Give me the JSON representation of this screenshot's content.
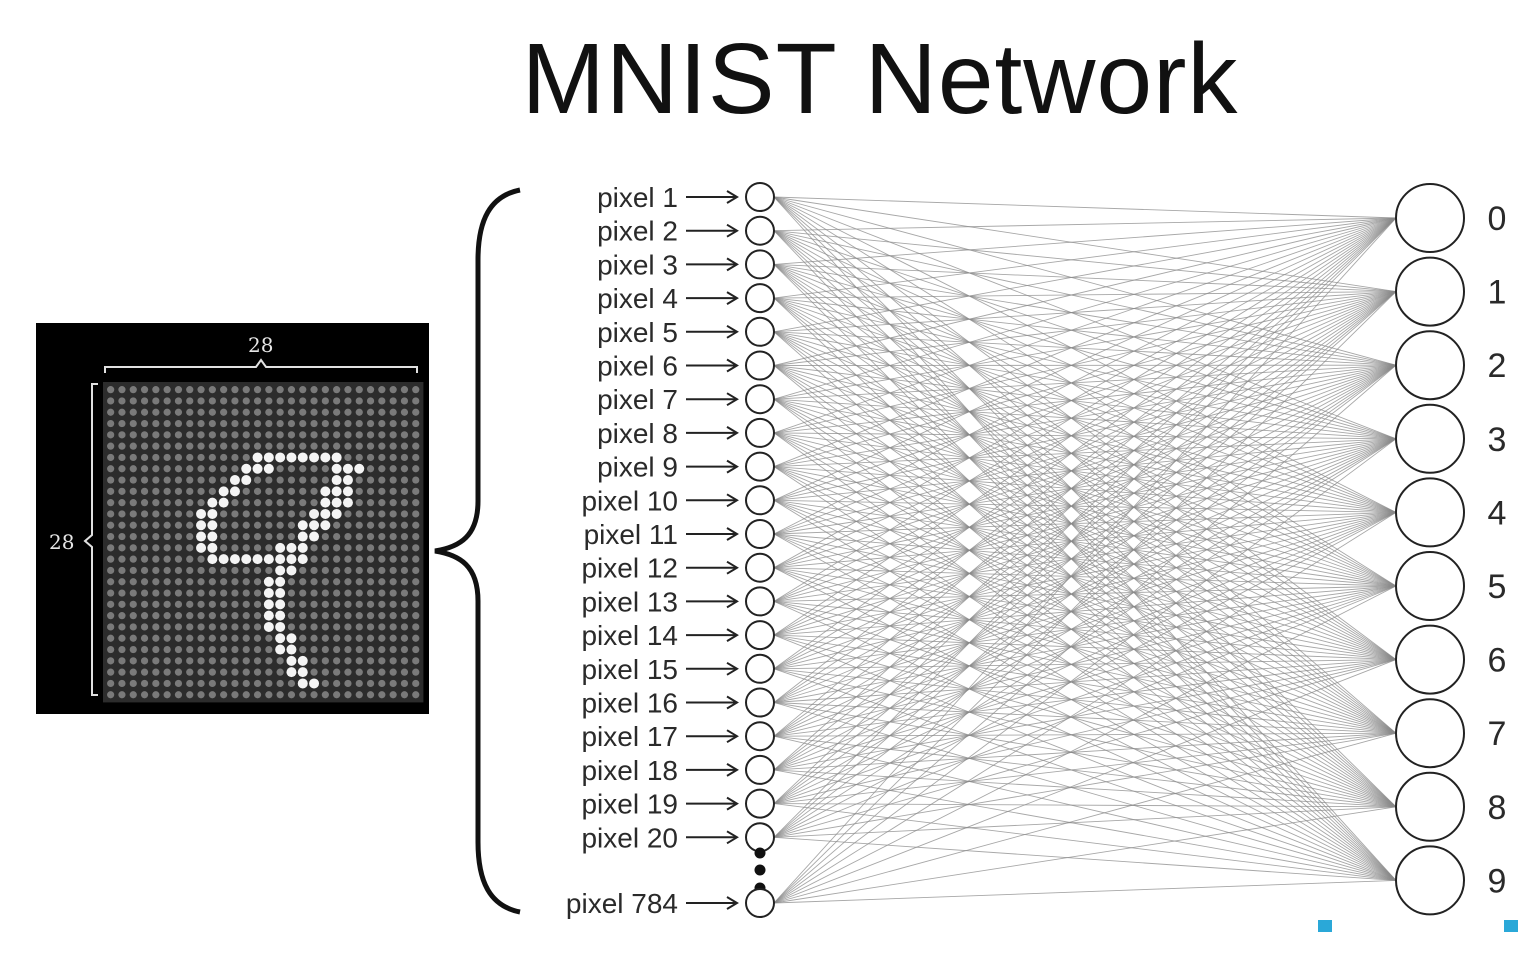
{
  "slide": {
    "title": "MNIST Network"
  },
  "mnist_image": {
    "width_label": "28",
    "height_label": "28",
    "grid_size": 28,
    "digit_shown": "9"
  },
  "network": {
    "input_labels": [
      "pixel 1",
      "pixel 2",
      "pixel 3",
      "pixel 4",
      "pixel 5",
      "pixel 6",
      "pixel 7",
      "pixel 8",
      "pixel 9",
      "pixel 10",
      "pixel 11",
      "pixel 12",
      "pixel 13",
      "pixel 14",
      "pixel 15",
      "pixel 16",
      "pixel 17",
      "pixel 18",
      "pixel 19",
      "pixel 20"
    ],
    "last_input_label": "pixel 784",
    "output_labels": [
      "0",
      "1",
      "2",
      "3",
      "4",
      "5",
      "6",
      "7",
      "8",
      "9"
    ]
  },
  "colors": {
    "background": "#ffffff",
    "panel": "#000000",
    "connection": "#8a8a8a",
    "node_stroke": "#222222",
    "accent": "#2aa8d8"
  }
}
